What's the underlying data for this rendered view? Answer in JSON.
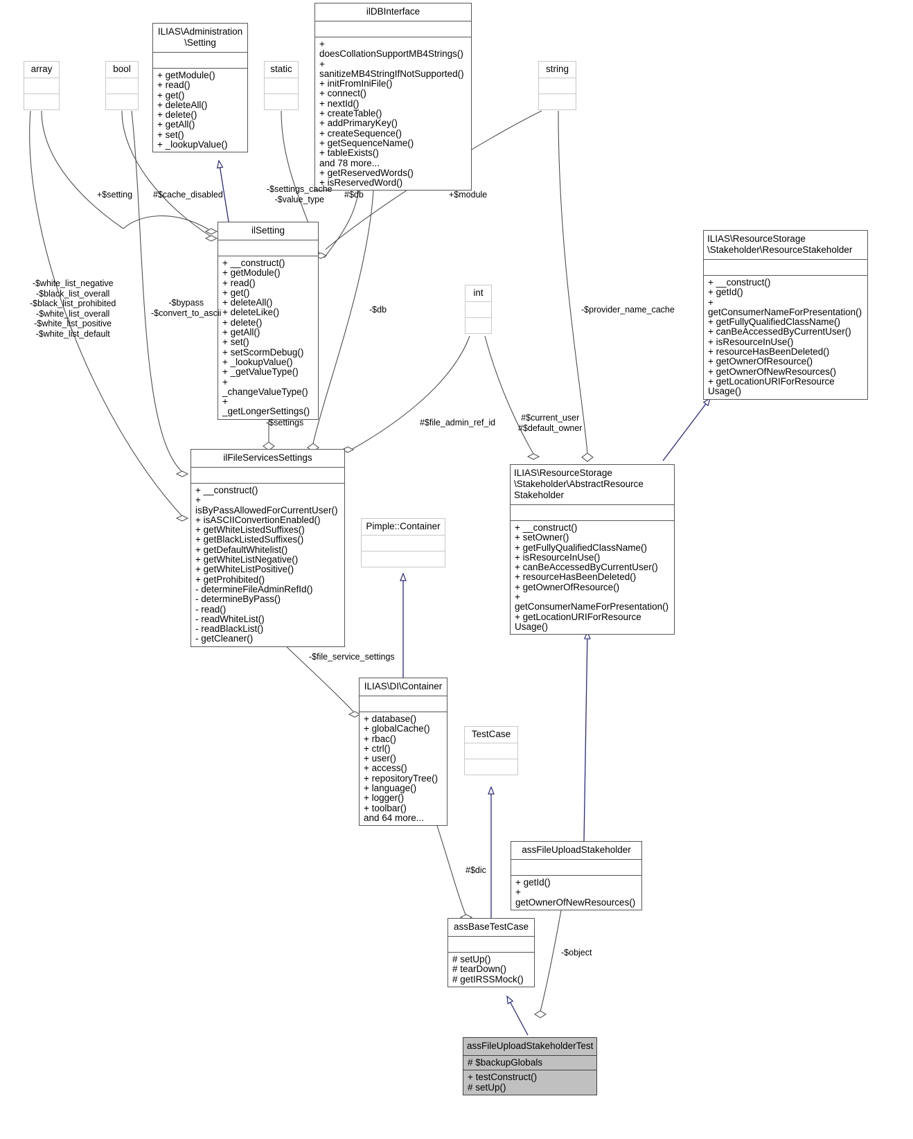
{
  "diagram": {
    "title": "UML Class Collaboration Diagram",
    "type": "uml-class-diagram"
  },
  "nodes": {
    "array": {
      "name": "array",
      "attributes": "",
      "operations": ""
    },
    "bool": {
      "name": "bool",
      "attributes": "",
      "operations": ""
    },
    "static": {
      "name": "static",
      "attributes": "",
      "operations": ""
    },
    "string": {
      "name": "string",
      "attributes": "",
      "operations": ""
    },
    "int": {
      "name": "int",
      "attributes": "",
      "operations": ""
    },
    "setting": {
      "name": "ILIAS\\Administration\n\\Setting",
      "attributes": "",
      "operations": "+ getModule()\n+ read()\n+ get()\n+ deleteAll()\n+ delete()\n+ getAll()\n+ set()\n+ _lookupValue()"
    },
    "ildbinterface": {
      "name": "ilDBInterface",
      "attributes": "",
      "operations": "+ doesCollationSupportMB4Strings()\n+ sanitizeMB4StringIfNotSupported()\n+ initFromIniFile()\n+ connect()\n+ nextId()\n+ createTable()\n+ addPrimaryKey()\n+ createSequence()\n+ getSequenceName()\n+ tableExists()\nand 78 more...\n+ getReservedWords()\n+ isReservedWord()"
    },
    "ilsetting": {
      "name": "ilSetting",
      "attributes": "",
      "operations": "+ __construct()\n+ getModule()\n+ read()\n+ get()\n+ deleteAll()\n+ deleteLike()\n+ delete()\n+ getAll()\n+ set()\n+ setScormDebug()\n+ _lookupValue()\n+ _getValueType()\n+ _changeValueType()\n+ _getLongerSettings()"
    },
    "ilfileservicessettings": {
      "name": "ilFileServicesSettings",
      "attributes": "",
      "operations": "+ __construct()\n+ isByPassAllowedForCurrentUser()\n+ isASCIIConvertionEnabled()\n+ getWhiteListedSuffixes()\n+ getBlackListedSuffixes()\n+ getDefaultWhitelist()\n+ getWhiteListNegative()\n+ getWhiteListPositive()\n+ getProhibited()\n- determineFileAdminRefId()\n- determineByPass()\n- read()\n- readWhiteList()\n- readBlackList()\n- getCleaner()"
    },
    "resourcestakeholder": {
      "name": "ILIAS\\ResourceStorage\n  \\Stakeholder\\ResourceStakeholder",
      "attributes": "",
      "operations": "+ __construct()\n+ getId()\n+ getConsumerNameForPresentation()\n+ getFullyQualifiedClassName()\n+ canBeAccessedByCurrentUser()\n+ isResourceInUse()\n+ resourceHasBeenDeleted()\n+ getOwnerOfResource()\n+ getOwnerOfNewResources()\n+ getLocationURIForResource\nUsage()"
    },
    "abstractresourcestakeholder": {
      "name": "ILIAS\\ResourceStorage\n\\Stakeholder\\AbstractResource\nStakeholder",
      "attributes": "",
      "operations": "+ __construct()\n+ setOwner()\n+ getFullyQualifiedClassName()\n+ isResourceInUse()\n+ canBeAccessedByCurrentUser()\n+ resourceHasBeenDeleted()\n+ getOwnerOfResource()\n+ getConsumerNameForPresentation()\n+ getLocationURIForResource\nUsage()"
    },
    "pimplecontainer": {
      "name": "Pimple::Container",
      "attributes": "",
      "operations": ""
    },
    "dicontainer": {
      "name": "ILIAS\\DI\\Container",
      "attributes": "",
      "operations": "+ database()\n+ globalCache()\n+ rbac()\n+ ctrl()\n+ user()\n+ access()\n+ repositoryTree()\n+ language()\n+ logger()\n+ toolbar()\nand 64 more..."
    },
    "testcase": {
      "name": "TestCase",
      "attributes": "",
      "operations": ""
    },
    "assfileuploadstakeholder": {
      "name": "assFileUploadStakeholder",
      "attributes": "",
      "operations": "+ getId()\n+ getOwnerOfNewResources()"
    },
    "assbasetestcase": {
      "name": "assBaseTestCase",
      "attributes": "",
      "operations": "# setUp()\n# tearDown()\n# getIRSSMock()"
    },
    "assfileuploadstakeholdertest": {
      "name": "assFileUploadStakeholderTest",
      "attributes": "# $backupGlobals",
      "operations": "+ testConstruct()\n# setUp()"
    }
  },
  "edge_labels": {
    "setting": "+$setting",
    "cache_disabled": "#$cache_disabled",
    "settings_cache": "-$settings_cache\n-$value_type",
    "db_top": "#$db",
    "module": "+$module",
    "white_list_group": "-$white_list_negative\n-$black_list_overall\n-$black_list_prohibited\n-$white_list_overall\n-$white_list_positive\n-$white_list_default",
    "bypass": "-$bypass\n-$convert_to_ascii",
    "db_mid": "-$db",
    "provider_name_cache": "-$provider_name_cache",
    "settings": "-$settings",
    "file_admin_ref_id": "#$file_admin_ref_id",
    "current_user": "#$current_user\n#$default_owner",
    "file_service_settings": "-$file_service_settings",
    "dic": "#$dic",
    "object": "-$object"
  },
  "colors": {
    "node_border": "#555555",
    "plain_border": "#c8c8c8",
    "inheritance_arrow": "#26268c",
    "association_line": "#4d4d4d",
    "highlight_fill": "#c0c0c0"
  }
}
